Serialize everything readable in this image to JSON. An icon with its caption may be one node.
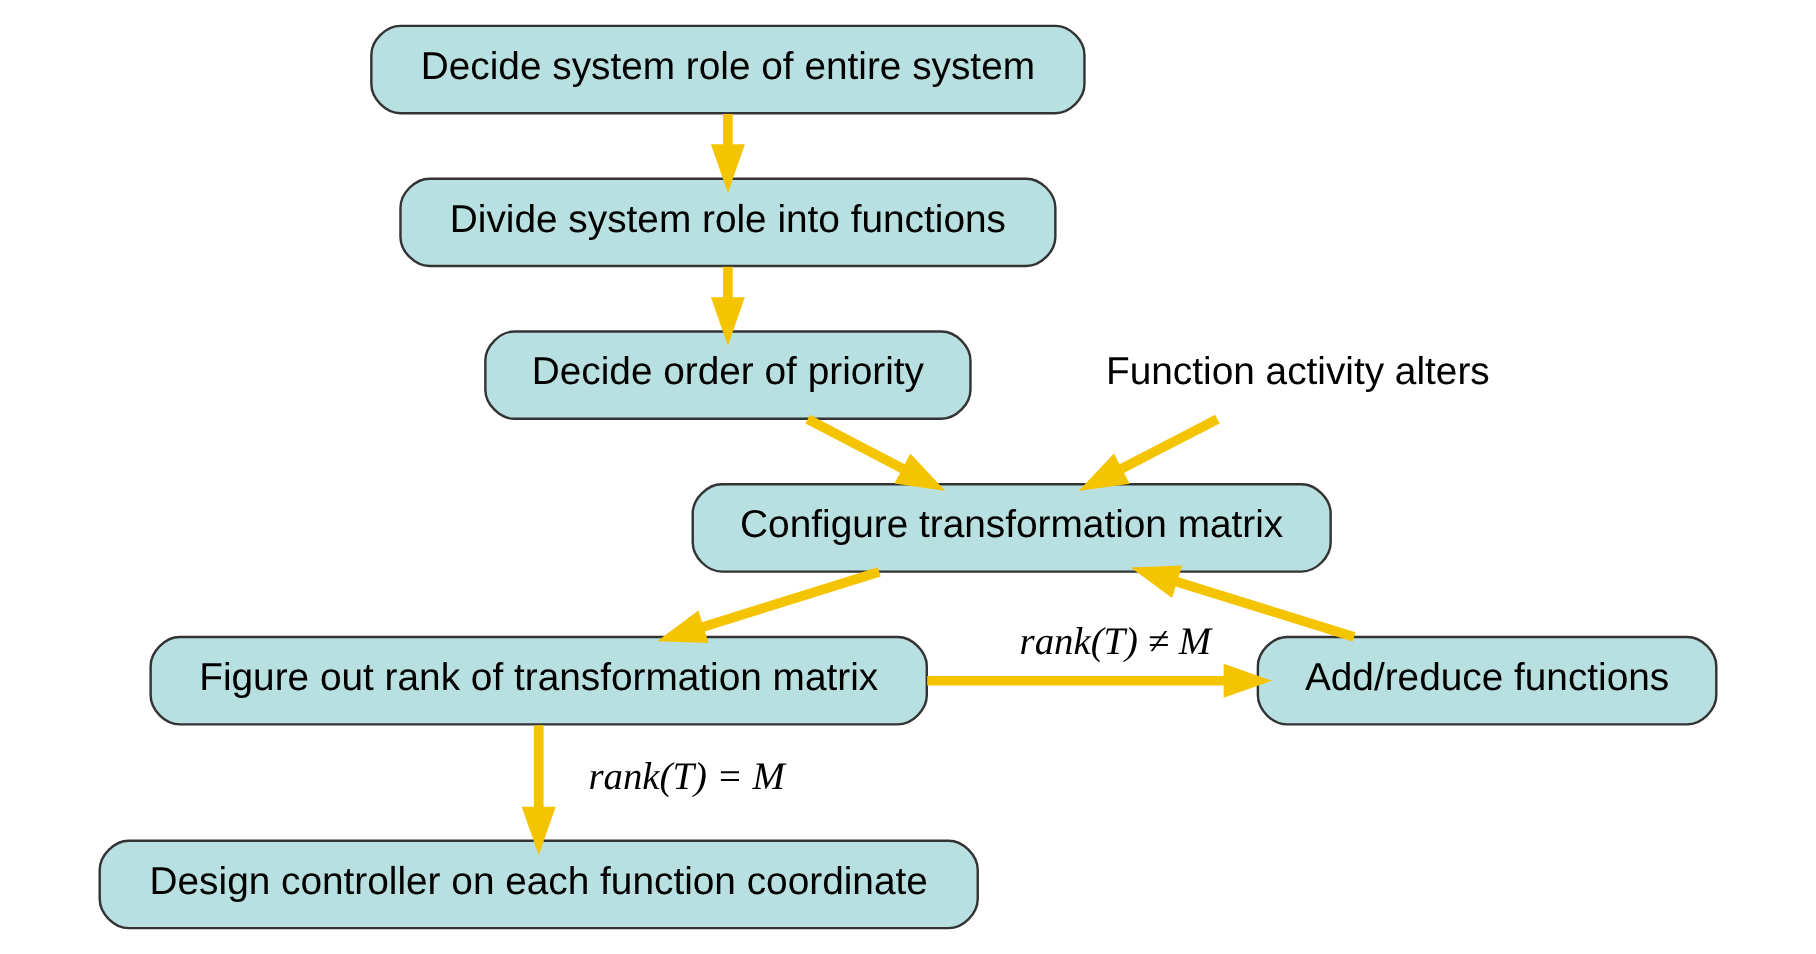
{
  "diagram": {
    "nodes": [
      {
        "text": [
          "Decide system role of entire system"
        ]
      },
      {
        "text": [
          "Divide system role into functions"
        ]
      },
      {
        "text": [
          "Decide order of priority"
        ]
      },
      {
        "text": [
          "Configure transformation matrix"
        ]
      },
      {
        "text": [
          "Add/reduce functions"
        ]
      },
      {
        "text": [
          "Figure out rank of transformation matrix"
        ]
      },
      {
        "text": [
          "Design controller on each function coordinate"
        ]
      },
      {
        "text": [
          "Function activity alters"
        ]
      }
    ],
    "edges": [
      {
        "from": 0,
        "to": 1,
        "arrow": "to"
      },
      {
        "from": 1,
        "to": 2,
        "arrow": "to"
      },
      {
        "from": 2,
        "to": 3,
        "arrow": "to"
      },
      {
        "from": 3,
        "to": 5,
        "arrow": "to"
      },
      {
        "from": 5,
        "to": 4,
        "arrow": "to",
        "label": "rank(T) ≠ M"
      },
      {
        "from": 4,
        "to": 3,
        "arrow": "to"
      },
      {
        "from": 5,
        "to": 6,
        "arrow": "to",
        "label": "rank(T) = M"
      },
      {
        "from": 7,
        "to": 3,
        "arrow": "to"
      }
    ]
  }
}
